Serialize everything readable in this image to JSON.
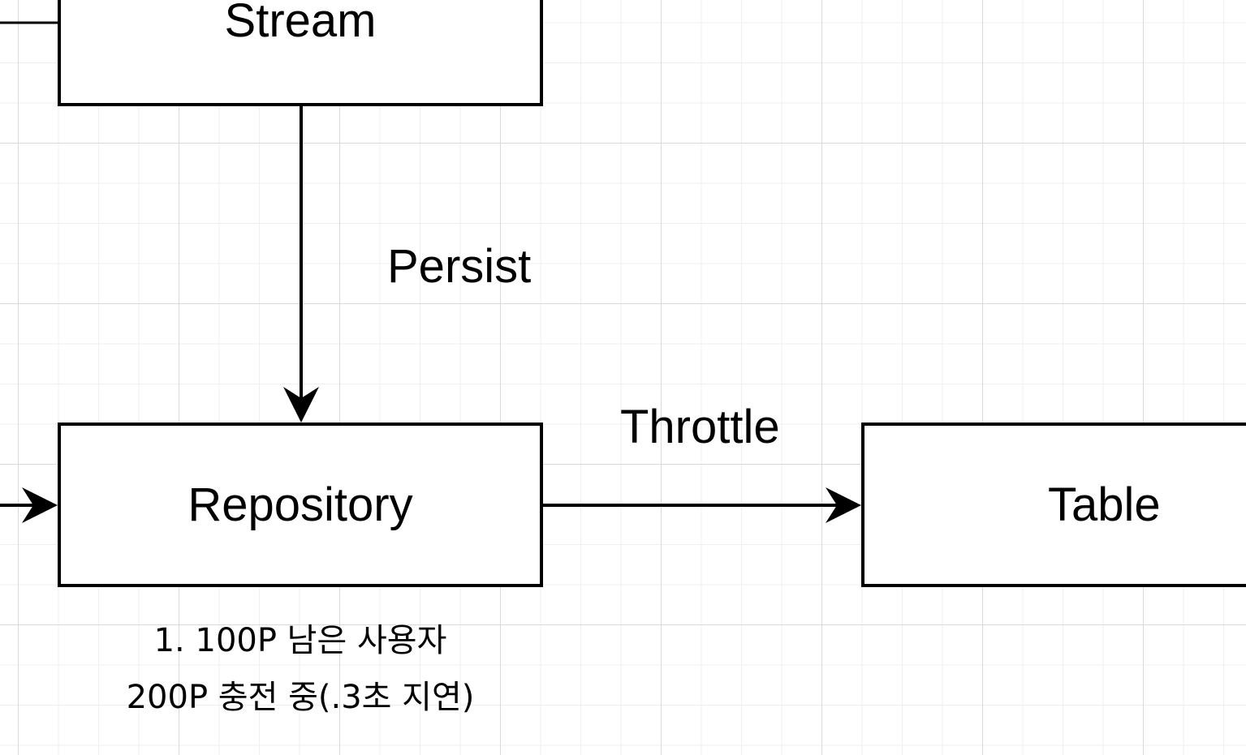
{
  "nodes": {
    "stream": {
      "label": "Stream"
    },
    "repository": {
      "label": "Repository"
    },
    "table": {
      "label": "Table"
    }
  },
  "edges": {
    "persist": {
      "label": "Persist"
    },
    "throttle": {
      "label": "Throttle"
    }
  },
  "note": {
    "line1": "1. 100P 남은 사용자",
    "line2": "200P 충전 중(.3초 지연)"
  },
  "colors": {
    "stroke": "#000000",
    "grid": "#d9d9d9",
    "background": "#ffffff"
  }
}
